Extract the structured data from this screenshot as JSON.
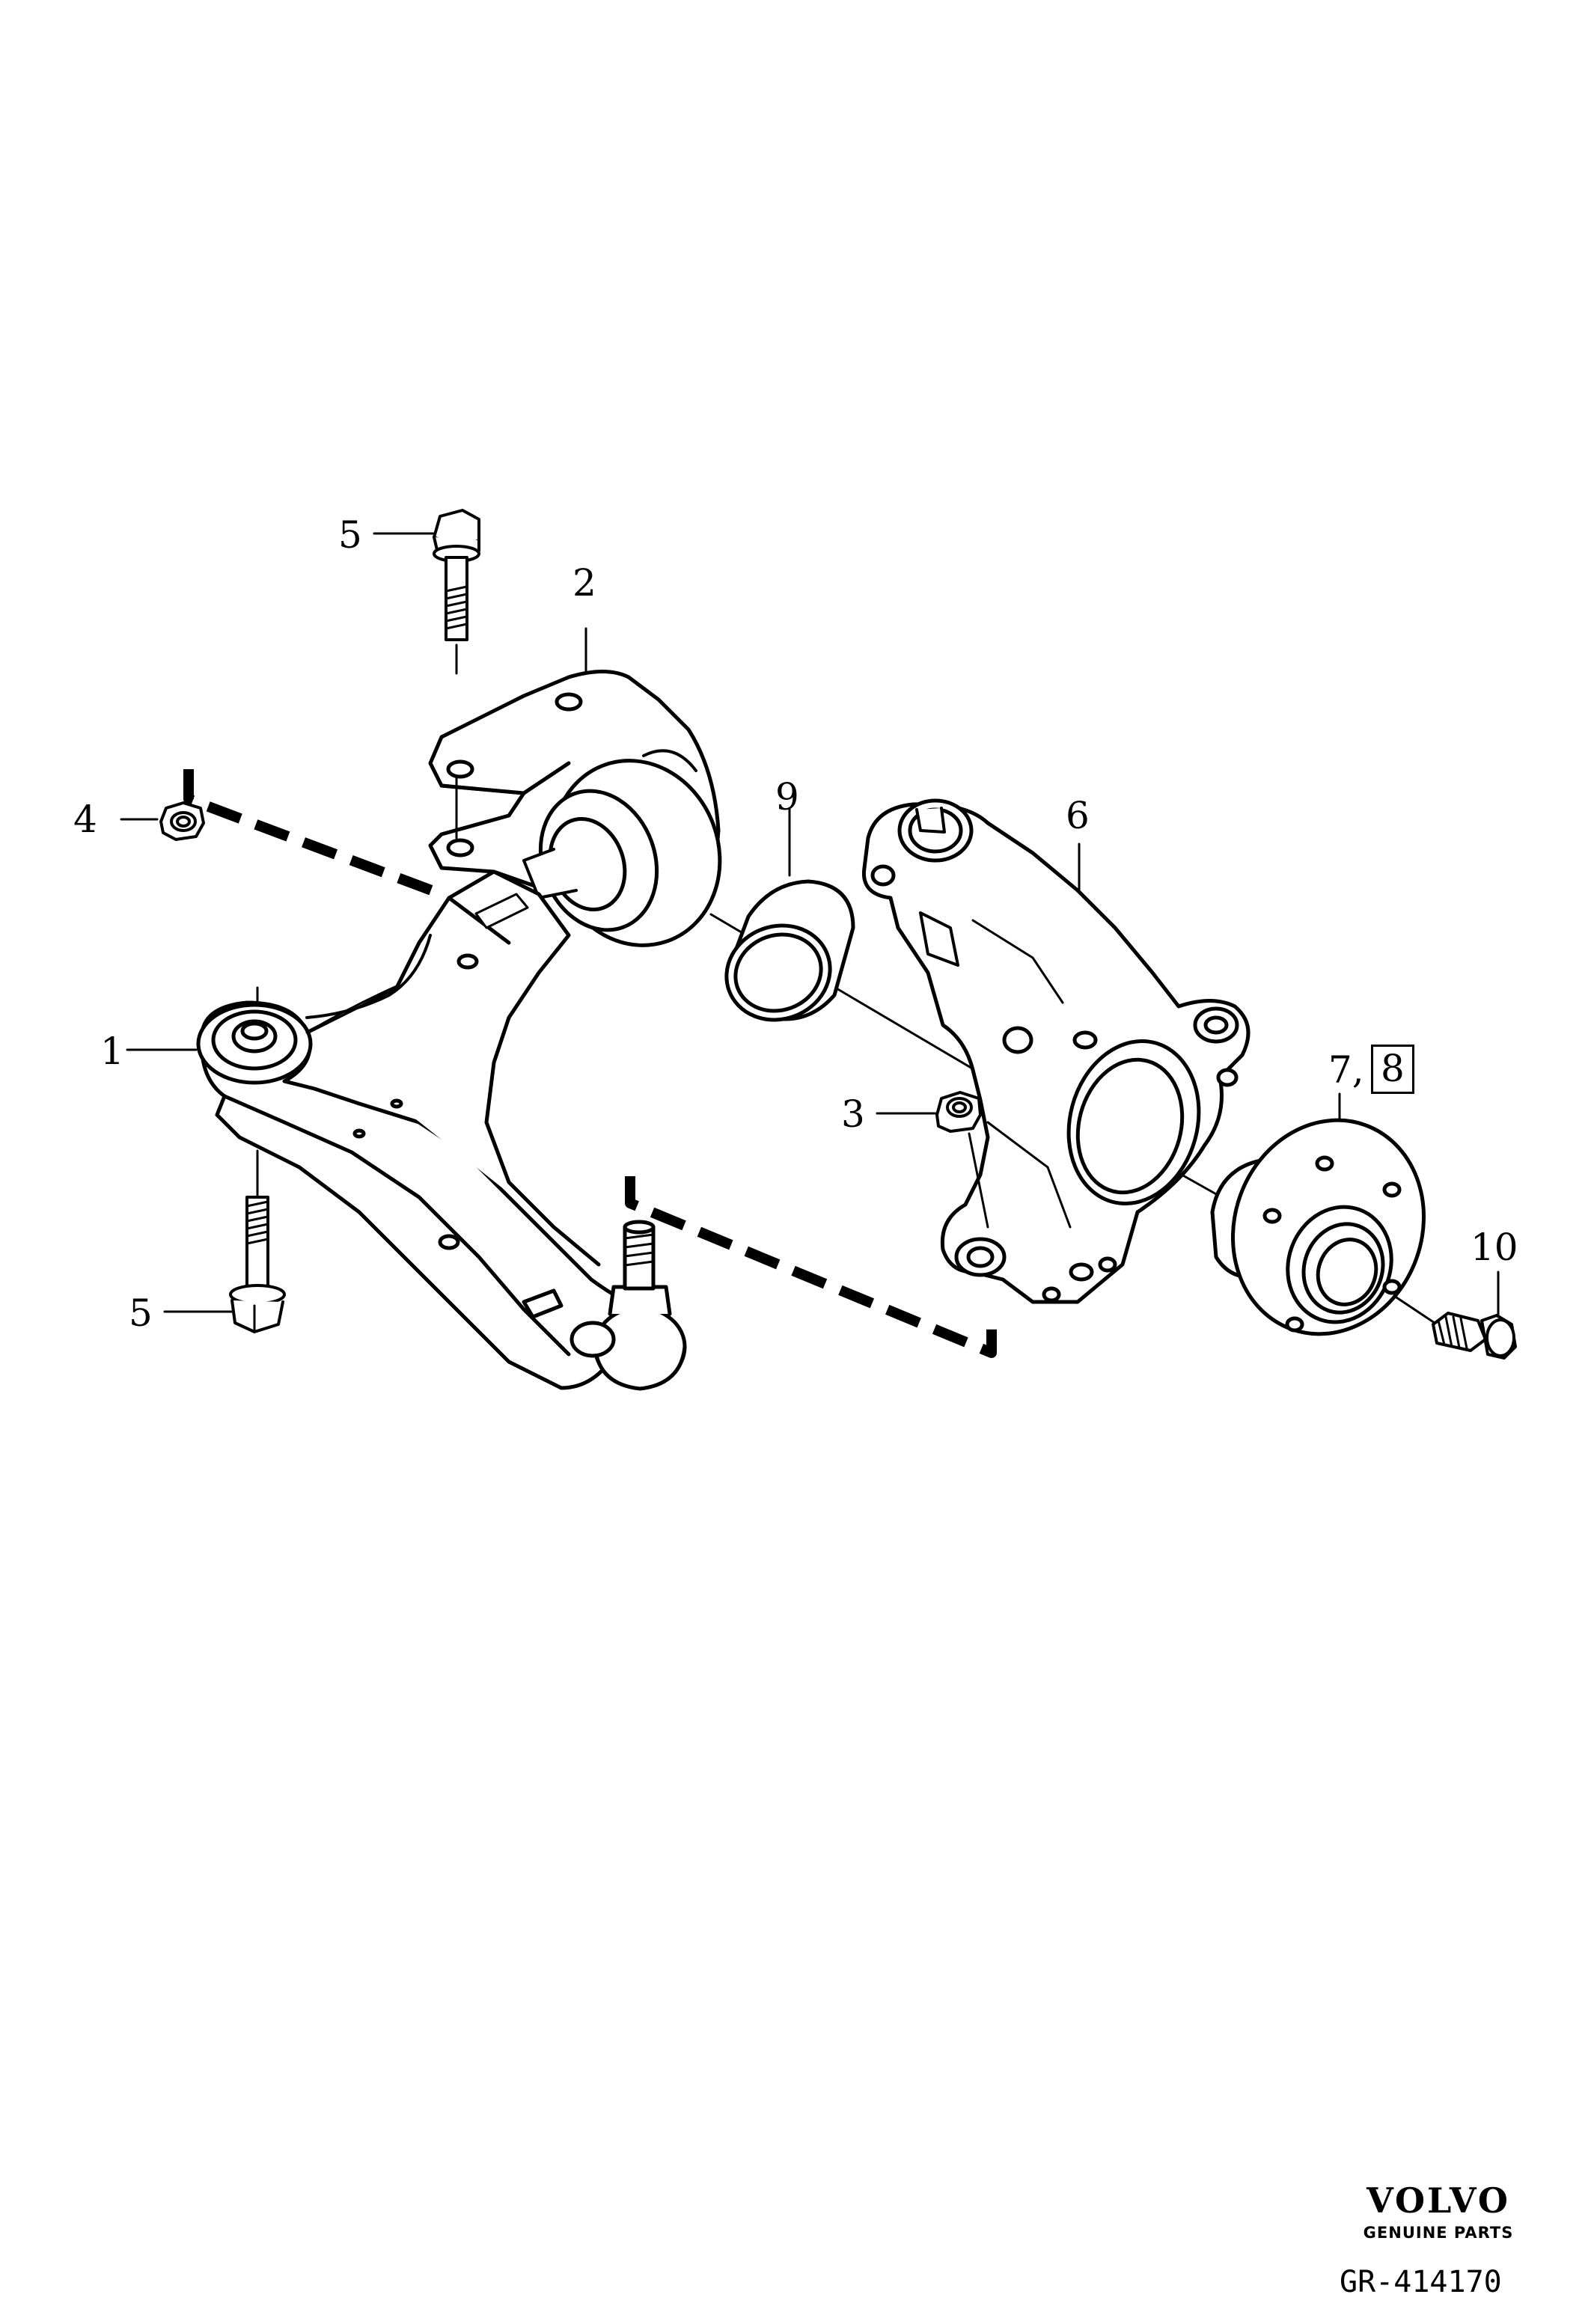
{
  "callouts": {
    "c1": "1",
    "c2": "2",
    "c3": "3",
    "c4": "4",
    "c5_top": "5",
    "c5_bottom": "5",
    "c6": "6",
    "c7": "7,",
    "c8": "8",
    "c9": "9",
    "c10": "10"
  },
  "brand": {
    "name": "VOLVO",
    "subtitle": "GENUINE PARTS"
  },
  "reference": "GR-414170"
}
